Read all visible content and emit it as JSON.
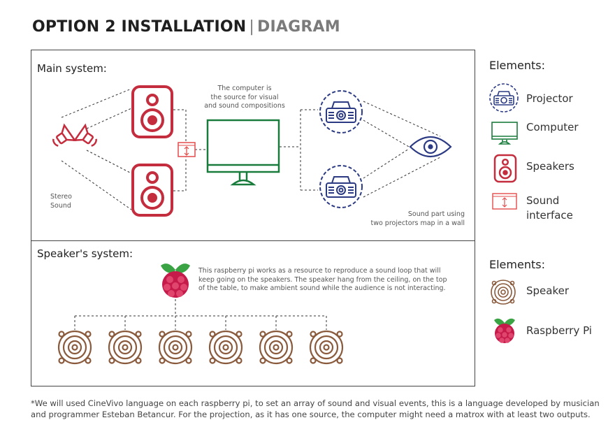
{
  "title": {
    "main": "OPTION 2 INSTALLATION",
    "separator": "|",
    "sub": "DIAGRAM"
  },
  "main_system": {
    "label": "Main system:",
    "computer_note": [
      "The computer is",
      "the source for visual",
      "and sound compositions"
    ],
    "stereo_note": [
      "Stereo",
      "Sound"
    ],
    "projector_note": [
      "Sound part using",
      "two projectors map in a wall"
    ]
  },
  "speakers_system": {
    "label": "Speaker's system:",
    "note": [
      "This raspberry pi works as a resource to reproduce a sound loop that will",
      "keep going on the speakers. The speaker hang from the ceiling, on the top",
      "of the table, to make ambient sound while the audience is not interacting."
    ],
    "speaker_count": 6
  },
  "legend_main": {
    "title": "Elements:",
    "items": [
      {
        "icon": "projector-icon",
        "label": "Projector"
      },
      {
        "icon": "computer-icon",
        "label": "Computer"
      },
      {
        "icon": "speakers-icon",
        "label": "Speakers"
      },
      {
        "icon": "sound-interface-icon",
        "label": "Sound interface"
      }
    ]
  },
  "legend_speakers": {
    "title": "Elements:",
    "items": [
      {
        "icon": "speaker-icon",
        "label": "Speaker"
      },
      {
        "icon": "raspberry-pi-icon",
        "label": "Raspberry Pi"
      }
    ]
  },
  "footnote": [
    "*We will used CineVivo language on each raspberry pi, to set an array of sound and visual events,  this is a language developed by musician",
    "and programmer Esteban Betancur. For the projection, as it has one source, the computer might need a matrox with at least two outputs."
  ],
  "colors": {
    "speaker_red": "#c42d3d",
    "computer_green": "#1a7c3c",
    "projector_blue": "#2b3a82",
    "brown": "#8a5a3c",
    "interface_red": "#e34b4b"
  }
}
